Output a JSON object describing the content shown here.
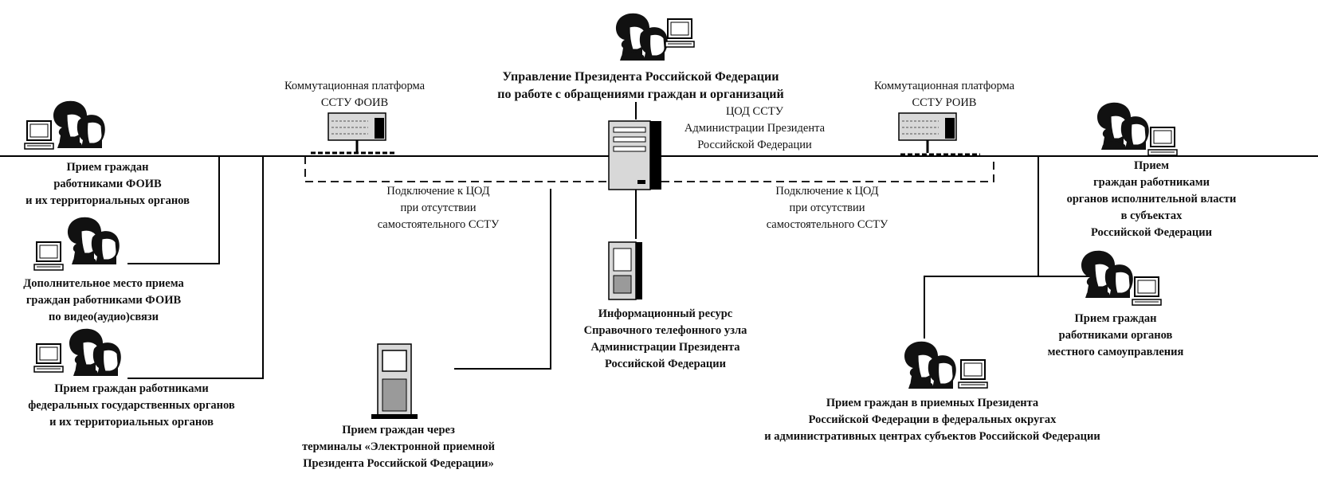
{
  "header": {
    "lines": [
      "Управление Президента Российской Федерации",
      "по работе с обращениями граждан и организаций"
    ]
  },
  "nodes": {
    "platform_foiv": {
      "lines": [
        "Коммутационная платформа",
        "ССТУ ФОИВ"
      ]
    },
    "platform_roiv": {
      "lines": [
        "Коммутационная платформа",
        "ССТУ РОИВ"
      ]
    },
    "cod": {
      "lines": [
        "ЦОД ССТУ",
        "Администрации Президента",
        "Российской Федерации"
      ]
    },
    "info_resource": {
      "lines": [
        "Информационный ресурс",
        "Справочного телефонного узла",
        "Администрации Президента",
        "Российской Федерации"
      ]
    },
    "terminal": {
      "lines": [
        "Прием граждан через",
        "терминалы «Электронной приемной",
        "Президента Российской Федерации»"
      ]
    },
    "foiv": {
      "lines": [
        "Прием граждан",
        "работниками ФОИВ",
        "и их территориальных органов"
      ]
    },
    "foiv_video": {
      "lines": [
        "Дополнительное место приема",
        "граждан работниками ФОИВ",
        "по видео(аудио)связи"
      ]
    },
    "federal_state": {
      "lines": [
        "Прием граждан работниками",
        "федеральных государственных органов",
        "и их территориальных органов"
      ]
    },
    "regional_exec": {
      "lines": [
        "Прием",
        "граждан работниками",
        "органов исполнительной власти",
        "в субъектах",
        "Российской Федерации"
      ]
    },
    "local_gov": {
      "lines": [
        "Прием граждан",
        "работниками органов",
        "местного самоуправления"
      ]
    },
    "presidential": {
      "lines": [
        "Прием граждан в приемных Президента",
        "Российской Федерации в федеральных округах",
        "и административных центрах субъектов Российской Федерации"
      ]
    }
  },
  "links": {
    "fallback_left": {
      "lines": [
        "Подключение к ЦОД",
        "при отсутствии",
        "самостоятельного ССТУ"
      ]
    },
    "fallback_right": {
      "lines": [
        "Подключение к ЦОД",
        "при отсутствии",
        "самостоятельного ССТУ"
      ]
    }
  },
  "icons": {
    "operator": "person-with-computer-icon",
    "server": "server-icon",
    "platform": "switching-platform-icon",
    "kiosk": "kiosk-terminal-icon"
  },
  "colors": {
    "line": "#000000",
    "hair": "#111111",
    "face": "#ffffff",
    "device": "#d8d8d8"
  }
}
